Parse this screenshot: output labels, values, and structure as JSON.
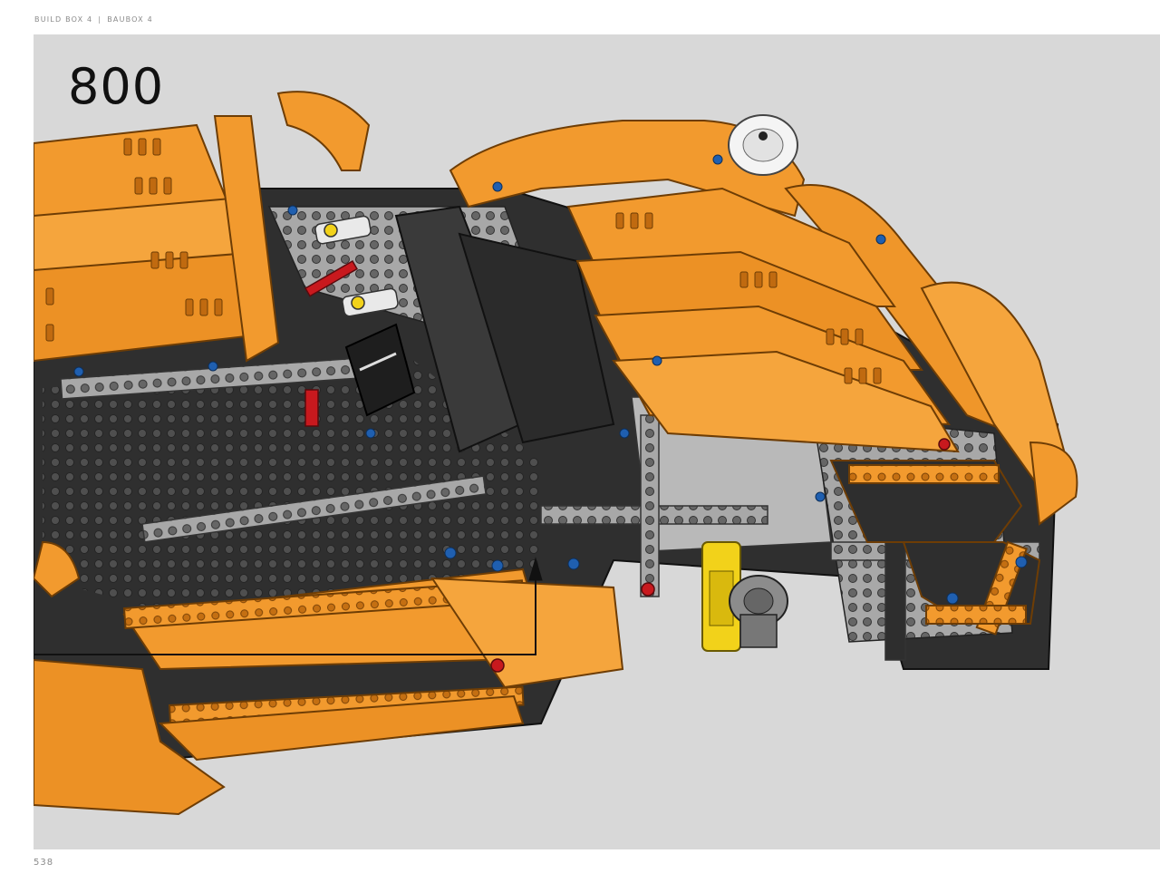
{
  "header": {
    "build_box_en": "BUILD BOX 4",
    "separator": "|",
    "build_box_de": "BAUBOX 4"
  },
  "step": {
    "number": "800"
  },
  "page": {
    "number": "538"
  },
  "colors": {
    "panel_background": "#d8d8d8",
    "brick_orange": "#f29a2e",
    "brick_dark": "#2e2e2e",
    "brick_gray": "#9a9a9a",
    "axle_red": "#c8191e",
    "pin_blue": "#1f5fb0",
    "part_yellow": "#f2d21a"
  },
  "illustration": {
    "subject": "orange-technic-car-assembly",
    "callout": "assembly-arrow-icon"
  }
}
